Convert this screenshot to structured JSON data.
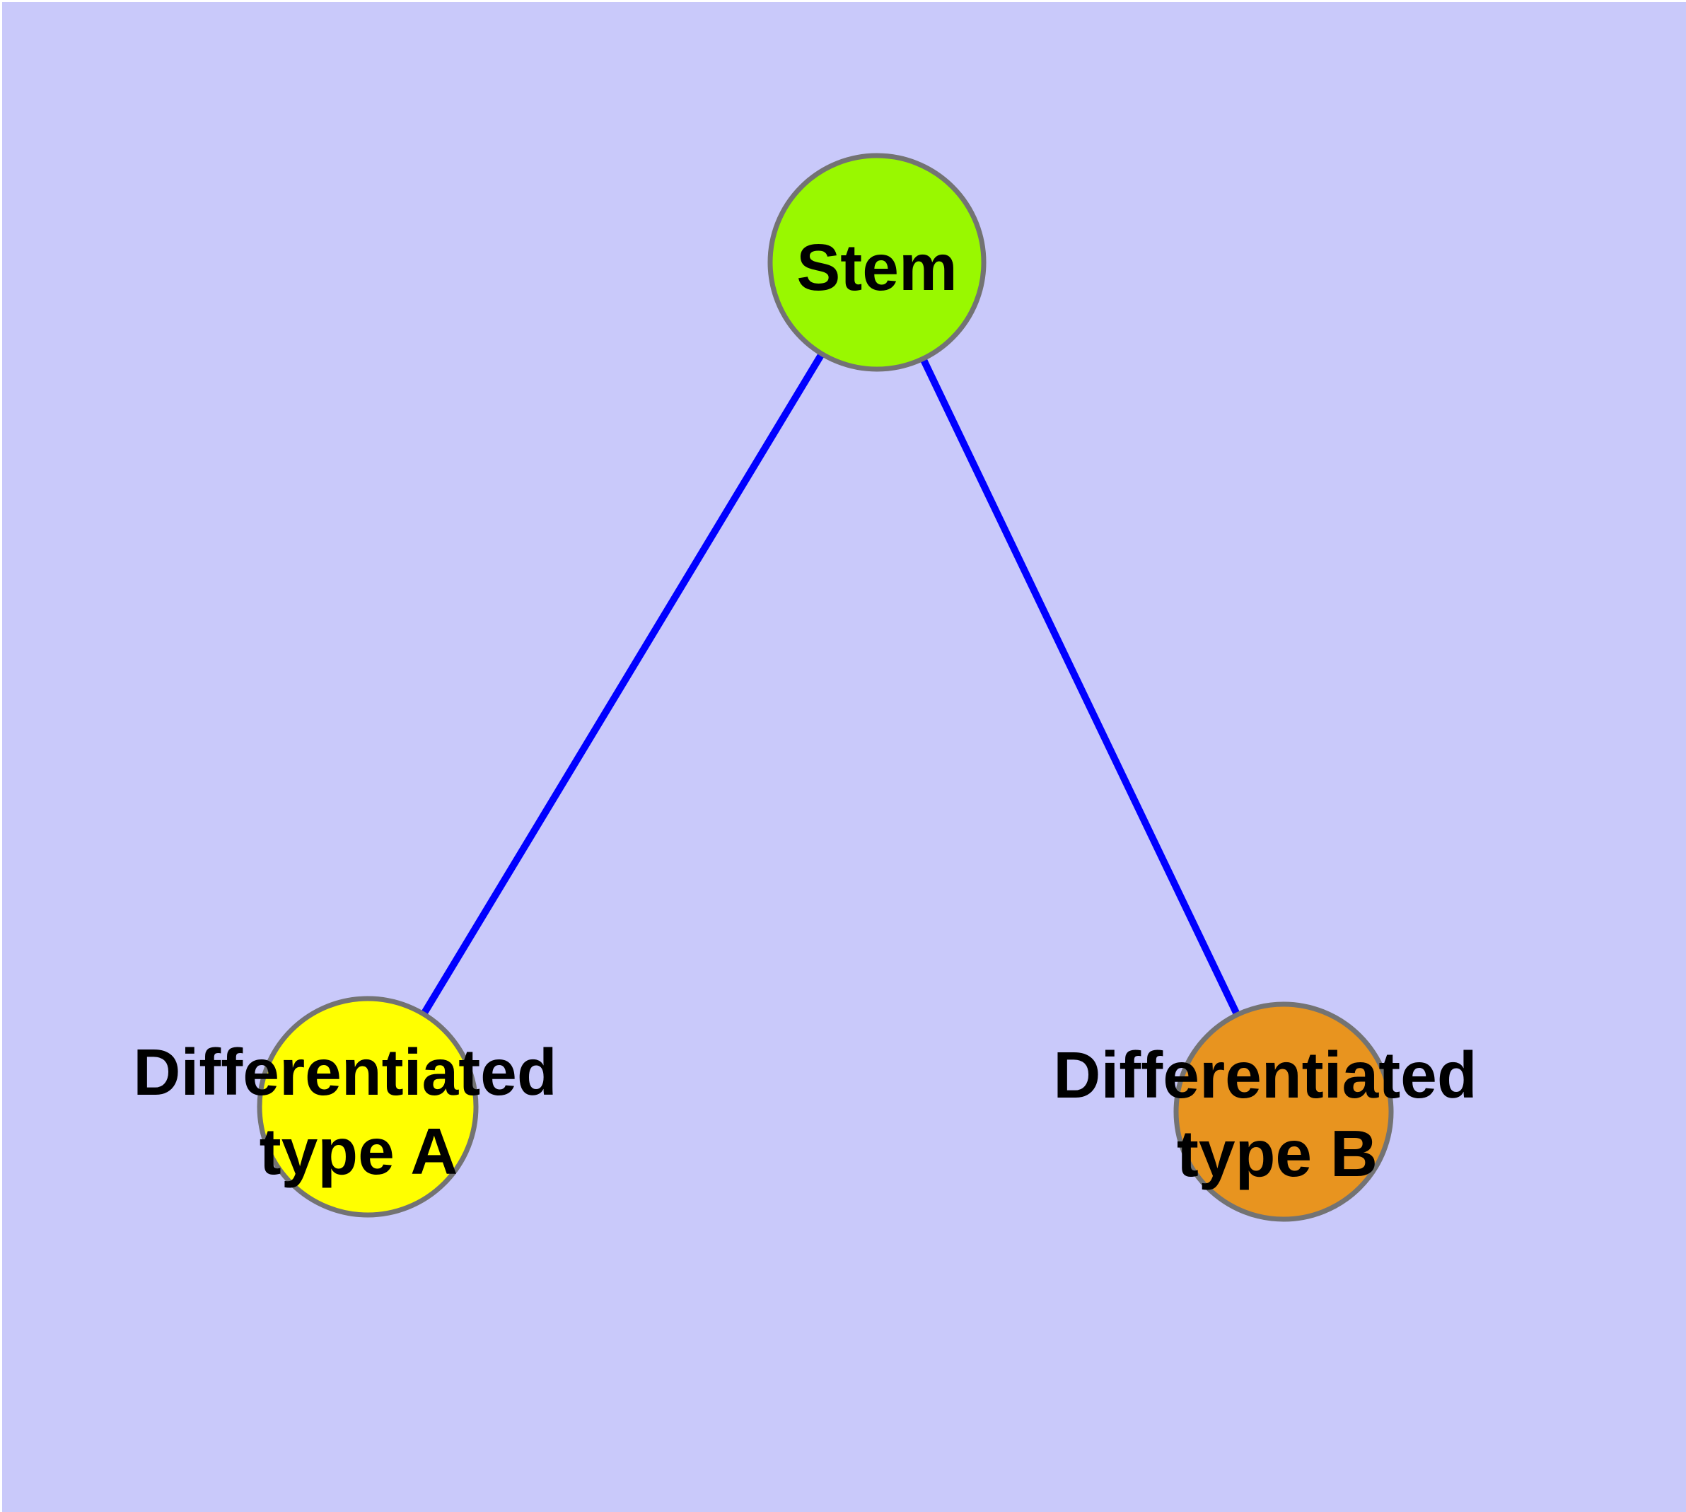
{
  "canvas": {
    "background_color": "#C9C9FA",
    "frame_color": "#FFFFFF"
  },
  "edge_style": {
    "color": "#0000FF"
  },
  "node_style": {
    "border_color": "#737373",
    "label_color": "#000000"
  },
  "nodes": {
    "stem": {
      "label": "Stem",
      "fill": "#99F800"
    },
    "type_a": {
      "label_line1": "Differentiated",
      "label_line2": "type A",
      "fill": "#FFFF00"
    },
    "type_b": {
      "label_line1": "Differentiated",
      "label_line2": "type B",
      "fill": "#E8941F"
    }
  },
  "edges": [
    {
      "from": "stem",
      "to": "type_a"
    },
    {
      "from": "stem",
      "to": "type_b"
    }
  ]
}
